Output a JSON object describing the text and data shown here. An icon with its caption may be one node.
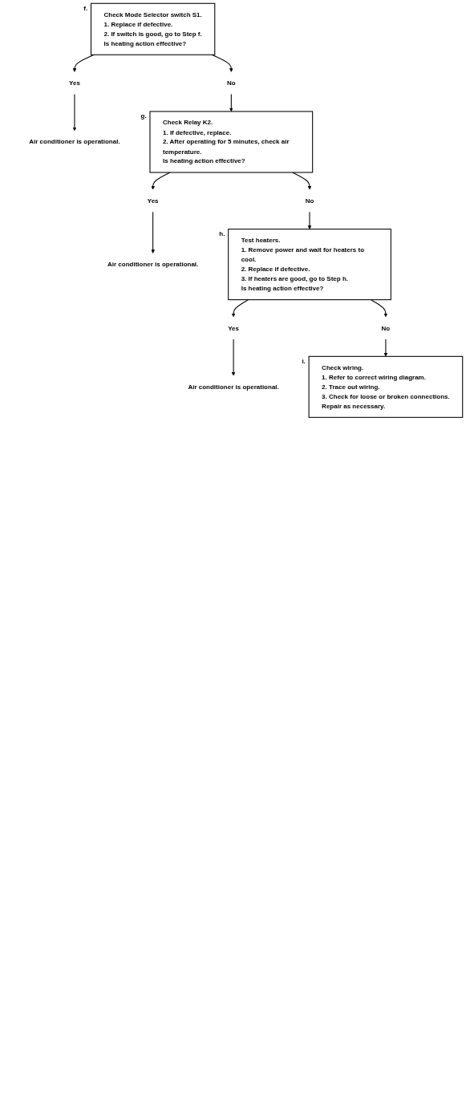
{
  "diagram": {
    "nodes": [
      {
        "text": [
          "Check Mode Selector switch S1.",
          "1. Replace if defective.",
          "2. If switch is good, go to Step f.",
          "Is heating action effective?"
        ],
        "beside": [
          "f."
        ]
      },
      {
        "text": [
          "Yes"
        ]
      },
      {
        "text": [
          "No"
        ]
      },
      {
        "text": [
          "Air conditioner is operational."
        ]
      },
      {
        "text": [
          "Check Relay K2.",
          "1. If defective, replace.",
          "2. After operating for 5 minutes, check air temperature.",
          "Is heating action effective?"
        ],
        "beside": [
          "g."
        ]
      },
      {
        "text": [
          "Yes"
        ]
      },
      {
        "text": [
          "No"
        ]
      },
      {
        "text": [
          "Air conditioner is operational."
        ]
      },
      {
        "text": [
          "Test heaters.",
          "1. Remove power and wait for heaters to cool.",
          "2. Replace if defective.",
          "3. If heaters are good, go to Step h.",
          "Is heating action effective?"
        ],
        "beside": [
          "h."
        ]
      },
      {
        "text": [
          "Yes"
        ]
      },
      {
        "text": [
          "No"
        ]
      },
      {
        "text": [
          "Air conditioner is operational."
        ]
      },
      {
        "text": [
          "Check wiring.",
          "1. Refer to correct wiring diagram.",
          "2. Trace out wiring.",
          "3. Check for loose or broken connections.",
          "Repair as necessary."
        ],
        "beside": [
          "i."
        ]
      }
    ],
    "edges": [
      {
        "from": 0,
        "to": 1,
        "arrow": "to"
      },
      {
        "from": 0,
        "to": 2,
        "arrow": "to"
      },
      {
        "from": 1,
        "to": 3,
        "arrow": "to"
      },
      {
        "from": 2,
        "to": 4,
        "arrow": "to"
      },
      {
        "from": 4,
        "to": 5,
        "arrow": "to"
      },
      {
        "from": 4,
        "to": 6,
        "arrow": "to"
      },
      {
        "from": 5,
        "to": 7,
        "arrow": "to"
      },
      {
        "from": 6,
        "to": 8,
        "arrow": "to"
      },
      {
        "from": 8,
        "to": 9,
        "arrow": "to"
      },
      {
        "from": 8,
        "to": 10,
        "arrow": "to"
      },
      {
        "from": 9,
        "to": 11,
        "arrow": "to"
      },
      {
        "from": 10,
        "to": 12,
        "arrow": "to"
      }
    ]
  }
}
